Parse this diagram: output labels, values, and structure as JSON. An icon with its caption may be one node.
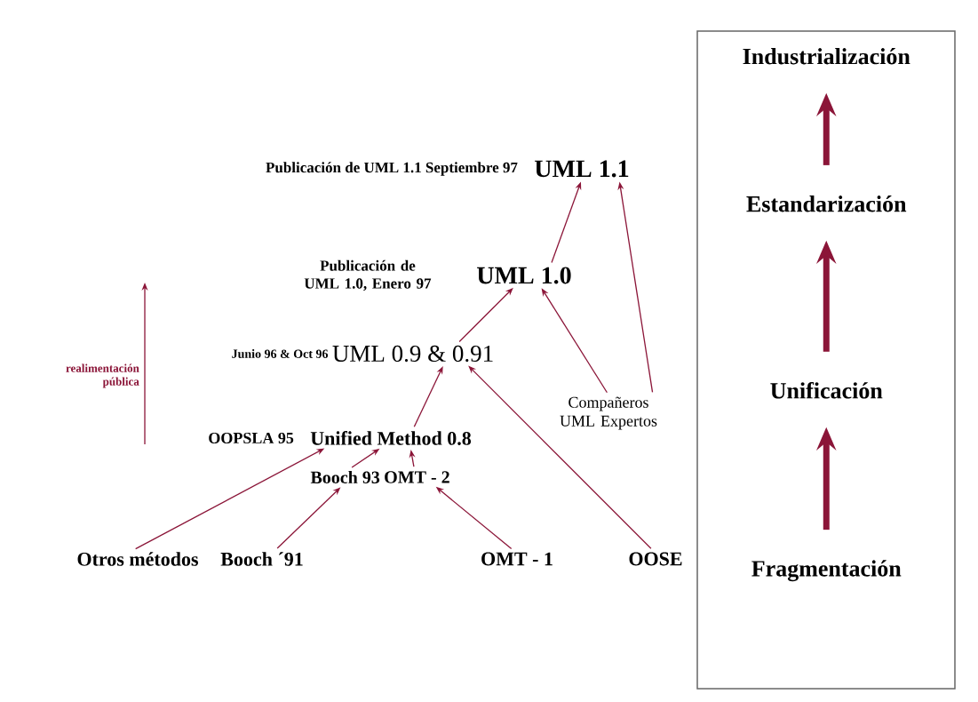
{
  "diagram": {
    "nodes": [
      {
        "text": [
          "UML 1.1"
        ],
        "beside": [
          "Publicación de UML 1.1 Septiembre 97"
        ]
      },
      {
        "text": [
          "UML 1.0"
        ],
        "beside": [
          "Publicación de UML 1.0, Enero 97"
        ]
      },
      {
        "text": [
          "UML 0.9 & 0.91"
        ],
        "beside": [
          "Junio 96 & Oct 96"
        ]
      },
      {
        "text": [
          "Compañeros UML Expertos"
        ]
      },
      {
        "text": [
          "Unified Method 0.8"
        ],
        "beside": [
          "OOPSLA 95"
        ]
      },
      {
        "text": [
          "Booch 93"
        ]
      },
      {
        "text": [
          "OMT - 2"
        ]
      },
      {
        "text": [
          "Otros métodos"
        ]
      },
      {
        "text": [
          "Booch ´91"
        ]
      },
      {
        "text": [
          "OMT - 1"
        ]
      },
      {
        "text": [
          "OOSE"
        ]
      },
      {
        "text": [],
        "shape": "box"
      },
      {
        "text": [
          "Industrialización"
        ],
        "in": 11
      },
      {
        "text": [
          "Estandarización"
        ],
        "in": 11
      },
      {
        "text": [
          "Unificación"
        ],
        "in": 11
      },
      {
        "text": [
          "Fragmentación"
        ],
        "in": 11
      }
    ],
    "edges": [
      {
        "from": 7,
        "to": 4,
        "arrow": "to"
      },
      {
        "from": 8,
        "to": 5,
        "arrow": "to"
      },
      {
        "from": 9,
        "to": 6,
        "arrow": "to"
      },
      {
        "from": 5,
        "to": 4,
        "arrow": "to"
      },
      {
        "from": 6,
        "to": 4,
        "arrow": "to"
      },
      {
        "from": 4,
        "to": 2,
        "arrow": "to"
      },
      {
        "from": 10,
        "to": 2,
        "arrow": "to"
      },
      {
        "from": 2,
        "to": 1,
        "arrow": "to"
      },
      {
        "from": 3,
        "to": 1,
        "arrow": "to"
      },
      {
        "from": 1,
        "to": 0,
        "arrow": "to"
      },
      {
        "from": 3,
        "to": 0,
        "arrow": "to"
      },
      {
        "from": 15,
        "to": 14,
        "arrow": "to",
        "style": "thick"
      },
      {
        "from": 14,
        "to": 13,
        "arrow": "to",
        "style": "thick"
      },
      {
        "from": 13,
        "to": 12,
        "arrow": "to",
        "style": "thick"
      }
    ],
    "labels": [
      "realimentación pública"
    ]
  }
}
